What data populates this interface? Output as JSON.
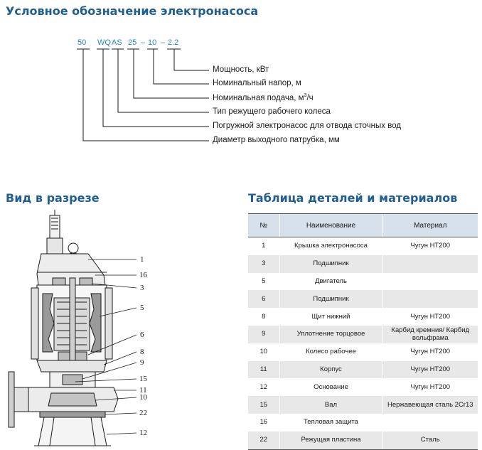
{
  "designation": {
    "title": "Условное обозначение электронасоса",
    "code_parts": [
      "50",
      "WQ",
      "AS",
      "25",
      "–",
      "10",
      "–",
      "2.2"
    ],
    "descriptions": [
      {
        "text": "Мощность, кВт",
        "sup": ""
      },
      {
        "text": "Номинальный напор, м",
        "sup": ""
      },
      {
        "text": "Номинальная подача, м",
        "sup": "3",
        "after": "/ч"
      },
      {
        "text": "Тип режущего рабочего колеса",
        "sup": ""
      },
      {
        "text": "Погружной электронасос для отвода сточных вод",
        "sup": ""
      },
      {
        "text": "Диаметр выходного патрубка, мм",
        "sup": ""
      }
    ]
  },
  "section_view": {
    "title": "Вид в разрезе",
    "callouts": [
      "1",
      "16",
      "3",
      "5",
      "6",
      "8",
      "9",
      "15",
      "11",
      "10",
      "22",
      "12"
    ]
  },
  "parts_table": {
    "title": "Таблица деталей и материалов",
    "headers": [
      "№",
      "Наименование",
      "Материал"
    ],
    "rows": [
      {
        "no": "1",
        "name": "Крышка электронасоса",
        "material": "Чугун HT200"
      },
      {
        "no": "3",
        "name": "Подшипник",
        "material": ""
      },
      {
        "no": "5",
        "name": "Двигатель",
        "material": ""
      },
      {
        "no": "6",
        "name": "Подшипник",
        "material": ""
      },
      {
        "no": "8",
        "name": "Щит нижний",
        "material": "Чугун HT200"
      },
      {
        "no": "9",
        "name": "Уплотнение торцовое",
        "material": "Карбид кремния/ Карбид вольфрама"
      },
      {
        "no": "10",
        "name": "Колесо рабочее",
        "material": "Чугун HT200"
      },
      {
        "no": "11",
        "name": "Корпус",
        "material": "Чугун HT200"
      },
      {
        "no": "12",
        "name": "Основание",
        "material": "Чугун HT200"
      },
      {
        "no": "15",
        "name": "Вал",
        "material": "Нержавеющая сталь 2Cr13"
      },
      {
        "no": "16",
        "name": "Тепловая защита",
        "material": ""
      },
      {
        "no": "22",
        "name": "Режущая пластина",
        "material": "Сталь"
      }
    ]
  },
  "colors": {
    "heading": "#1f5e8e",
    "code": "#2a84c4",
    "header_bg": "#d6e1ec",
    "row_alt": "#e8e8e8"
  }
}
